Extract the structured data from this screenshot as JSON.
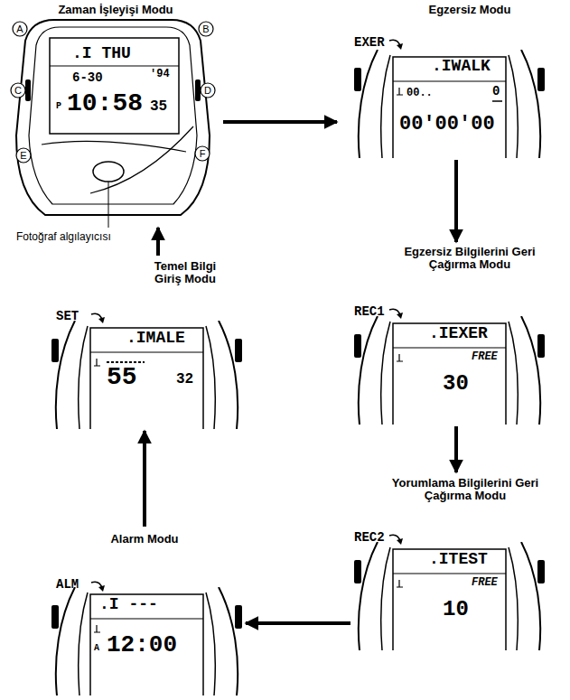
{
  "diagram": {
    "nodes": [
      {
        "text": [
          "Zaman İşleyişi Modu",
          ".I THU",
          "6-30",
          "'94",
          "P",
          "10:58",
          "35"
        ]
      },
      {
        "text": [
          "Egzersiz Modu",
          "EXER",
          ".IWALK",
          "00..",
          "0",
          "00'00'00"
        ]
      },
      {
        "text": [
          "Egzersiz Bilgilerini Geri Çağırma Modu",
          "REC1",
          ".IEXER",
          "FREE",
          "30"
        ]
      },
      {
        "text": [
          "Yorumlama Bilgilerini Geri Çağırma Modu",
          "REC2",
          ".ITEST",
          "FREE",
          "10"
        ]
      },
      {
        "text": [
          "Alarm Modu",
          "ALM",
          ".I ---",
          "A",
          "12:00"
        ]
      },
      {
        "text": [
          "Temel Bilgi Giriş Modu",
          "SET",
          ".IMALE",
          "55",
          "32"
        ]
      }
    ],
    "edges": [
      {
        "from": 0,
        "to": 1,
        "arrow": "to"
      },
      {
        "from": 1,
        "to": 2,
        "arrow": "to"
      },
      {
        "from": 2,
        "to": 3,
        "arrow": "to"
      },
      {
        "from": 3,
        "to": 4,
        "arrow": "to"
      },
      {
        "from": 4,
        "to": 5,
        "arrow": "to"
      },
      {
        "from": 5,
        "to": 0,
        "arrow": "to"
      }
    ],
    "labels": [
      "Fotoğraf algılayıcısı",
      "A",
      "B",
      "C",
      "D",
      "E",
      "F"
    ]
  }
}
